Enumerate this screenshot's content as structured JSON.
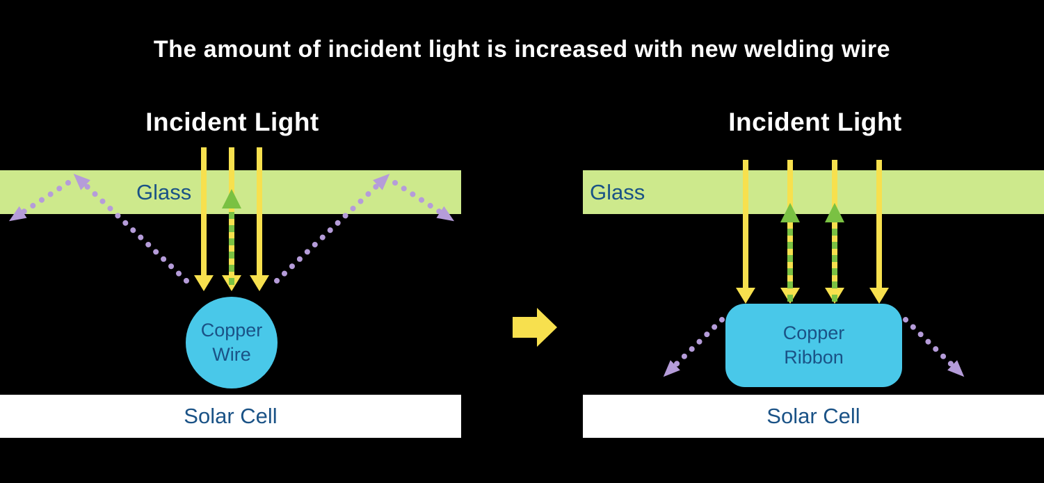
{
  "title": "The amount of incident light is increased with new welding wire",
  "colors": {
    "background": "#000000",
    "title_text": "#ffffff",
    "label_text": "#1a5286",
    "glass_band": "#cde98c",
    "yellow": "#f7e04e",
    "green": "#7ac143",
    "purple": "#b59cd9",
    "cyan": "#49c8e9",
    "solar_cell": "#ffffff"
  },
  "left_panel": {
    "incident_light_label": "Incident Light",
    "glass_label": "Glass",
    "copper_label_line1": "Copper",
    "copper_label_line2": "Wire",
    "solar_cell_label": "Solar Cell"
  },
  "right_panel": {
    "incident_light_label": "Incident Light",
    "glass_label": "Glass",
    "copper_label_line1": "Copper",
    "copper_label_line2": "Ribbon",
    "solar_cell_label": "Solar Cell"
  }
}
